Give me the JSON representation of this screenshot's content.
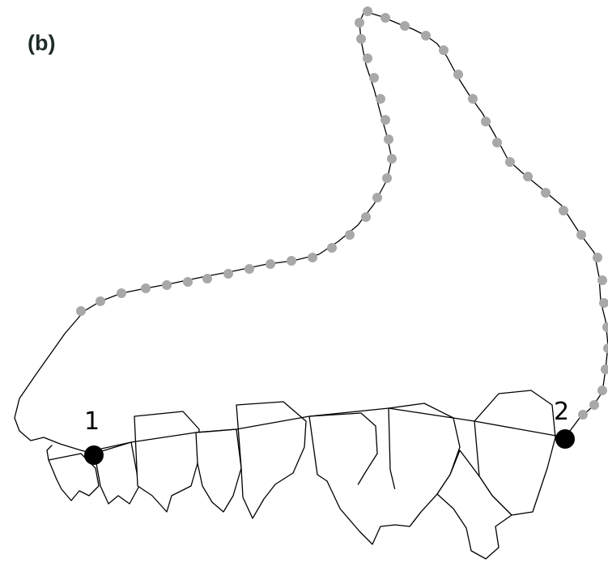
{
  "figure": {
    "panel_label": "(b)",
    "landmarks": [
      {
        "id": "landmark-1",
        "label": "1"
      },
      {
        "id": "landmark-2",
        "label": "2"
      }
    ],
    "colors": {
      "outline": "#000000",
      "landmark": "#000000",
      "semilandmark": "#a8a8a8",
      "panel_label": "#1f2b2a"
    }
  }
}
